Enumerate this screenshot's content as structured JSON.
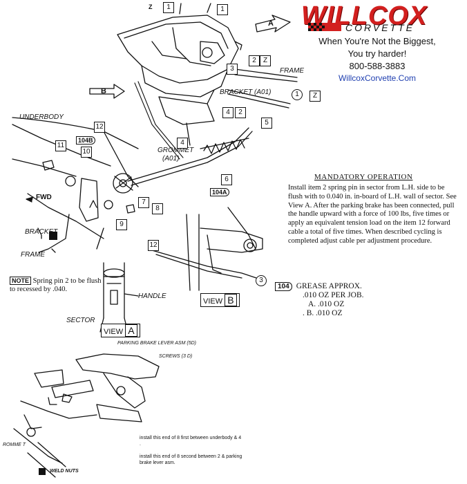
{
  "logo": {
    "brand": "WILLCOX",
    "sub": "CORVETTE"
  },
  "tagline": {
    "line1": "When You're Not the Biggest,",
    "line2": "You try harder!",
    "phone": "800-588-3883",
    "url": "WillcoxCorvette.Com"
  },
  "labels": {
    "underbody": "UNDERBODY",
    "frame_top": "FRAME",
    "bracket_a01": "BRACKET (A01)",
    "grommet": "GROMMET",
    "grommet_sub": "(A01)",
    "fwd": "FWD",
    "bracket": "BRACKET",
    "frame_bottom": "FRAME",
    "handle": "HANDLE",
    "sector": "SECTOR",
    "view_a": "VIEW",
    "view_a_letter": "A",
    "view_b": "VIEW",
    "view_b_letter": "B",
    "arrow_a": "A",
    "arrow_b": "B"
  },
  "callouts": {
    "n1a": "1",
    "n1b": "1",
    "n1c": "1",
    "n2a": "2",
    "n2b": "2",
    "n3": "3",
    "n3b": "3",
    "n4": "4",
    "n4b": "4",
    "n5": "5",
    "n6": "6",
    "n7": "7",
    "n8": "8",
    "n9": "9",
    "n10": "10",
    "n11": "11",
    "n12": "12",
    "n12b": "12",
    "z1": "Z",
    "z2": "Z",
    "z3": "Z",
    "d104b": "104B",
    "d104a": "104A"
  },
  "mandatory": {
    "title": "MANDATORY OPERATION",
    "text": "Install item 2 spring pin in sector from L.H. side to be flush with to 0.040 in. in-board of L.H. wall of sector. See View A. After the parking brake has been connected, pull the handle upward with a force of 100 lbs, five times or apply an equivalent tension load on the item 12 forward cable a total of five times. When described cycling is completed adjust cable per adjustment procedure."
  },
  "note": {
    "tag": "NOTE",
    "text": "Spring pin 2 to be flush to recessed by .040."
  },
  "grease": {
    "code": "104",
    "line1": "GREASE APPROX.",
    "line2": ".010 OZ PER JOB.",
    "line3": "A. .010 OZ",
    "line4": ". B. .010 OZ"
  },
  "inset": {
    "lever": "PARKING BRAKE LEVER ASM (5D)",
    "screws": "SCREWS (3 D)",
    "weld_nuts": "WELD NUTS",
    "romme": "ROMME T"
  },
  "legend": {
    "item1": "install this end of 8 first between underbody & 4 .",
    "item2": "install this end of 8 second between 2 & parking brake lever asm."
  }
}
